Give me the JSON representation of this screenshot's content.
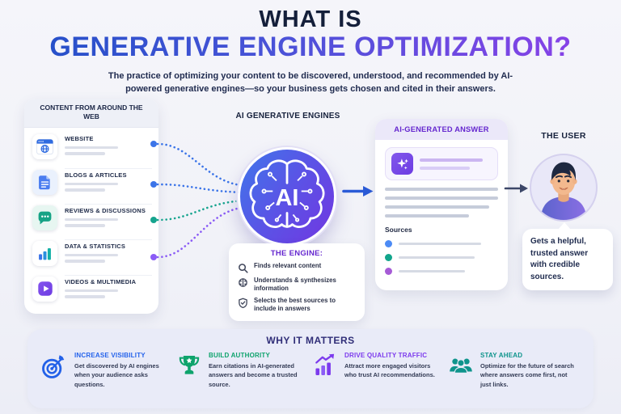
{
  "palette": {
    "background": "#f2f3f8",
    "title_navy": "#141f3a",
    "title_gradient_start": "#2450c8",
    "title_gradient_end": "#8a41e8",
    "accent_purple": "#6527cf",
    "accent_blue": "#2563eb",
    "accent_green": "#0ea36c",
    "accent_violet": "#7c3aed",
    "accent_teal": "#0e948c"
  },
  "header": {
    "title_line1": "WHAT IS",
    "title_line2": "GENERATIVE ENGINE OPTIMIZATION?",
    "subtitle": "The practice of optimizing your content to be discovered, understood, and recommended by AI-powered generative engines—so your business gets chosen and cited in their answers."
  },
  "sources_panel": {
    "title": "CONTENT FROM AROUND THE WEB",
    "items": [
      {
        "label": "WEBSITE",
        "icon": "browser-globe-icon",
        "connector_color": "#3b74e8"
      },
      {
        "label": "BLOGS & ARTICLES",
        "icon": "document-icon",
        "connector_color": "#3b74e8"
      },
      {
        "label": "REVIEWS & DISCUSSIONS",
        "icon": "chat-bubble-icon",
        "connector_color": "#16a48e"
      },
      {
        "label": "DATA & STATISTICS",
        "icon": "bar-chart-icon",
        "connector_color": "#8b5cf6"
      },
      {
        "label": "VIDEOS & MULTIMEDIA",
        "icon": "play-icon",
        "connector_color": ""
      }
    ]
  },
  "engine": {
    "title": "AI GENERATIVE ENGINES",
    "core_label": "AI",
    "box_title": "THE ENGINE:",
    "steps": [
      {
        "icon": "magnifier-icon",
        "text": "Finds relevant content"
      },
      {
        "icon": "brain-icon",
        "text": "Understands & synthesizes information"
      },
      {
        "icon": "shield-check-icon",
        "text": "Selects the best sources to include in answers"
      }
    ]
  },
  "answer_card": {
    "title": "AI-GENERATED ANSWER",
    "icon": "sparkle-icon",
    "sources_label": "Sources",
    "source_dot_colors": [
      "#4c8bf5",
      "#12a58c",
      "#a65bd6"
    ]
  },
  "user_section": {
    "title": "THE USER",
    "bubble_text": "Gets a helpful, trusted answer with credible sources."
  },
  "why_it_matters": {
    "title": "WHY IT MATTERS",
    "items": [
      {
        "title": "INCREASE VISIBILITY",
        "icon": "target-icon",
        "color": "#2563eb",
        "desc": "Get discovered by AI engines when your audience asks questions."
      },
      {
        "title": "BUILD AUTHORITY",
        "icon": "trophy-icon",
        "color": "#0ea36c",
        "desc": "Earn citations in AI-generated answers and become a trusted source."
      },
      {
        "title": "DRIVE QUALITY TRAFFIC",
        "icon": "growth-chart-icon",
        "color": "#7c3aed",
        "desc": "Attract more engaged visitors who trust AI recommendations."
      },
      {
        "title": "STAY AHEAD",
        "icon": "people-icon",
        "color": "#0e948c",
        "desc": "Optimize for the future of search where answers come first, not just links."
      }
    ]
  }
}
